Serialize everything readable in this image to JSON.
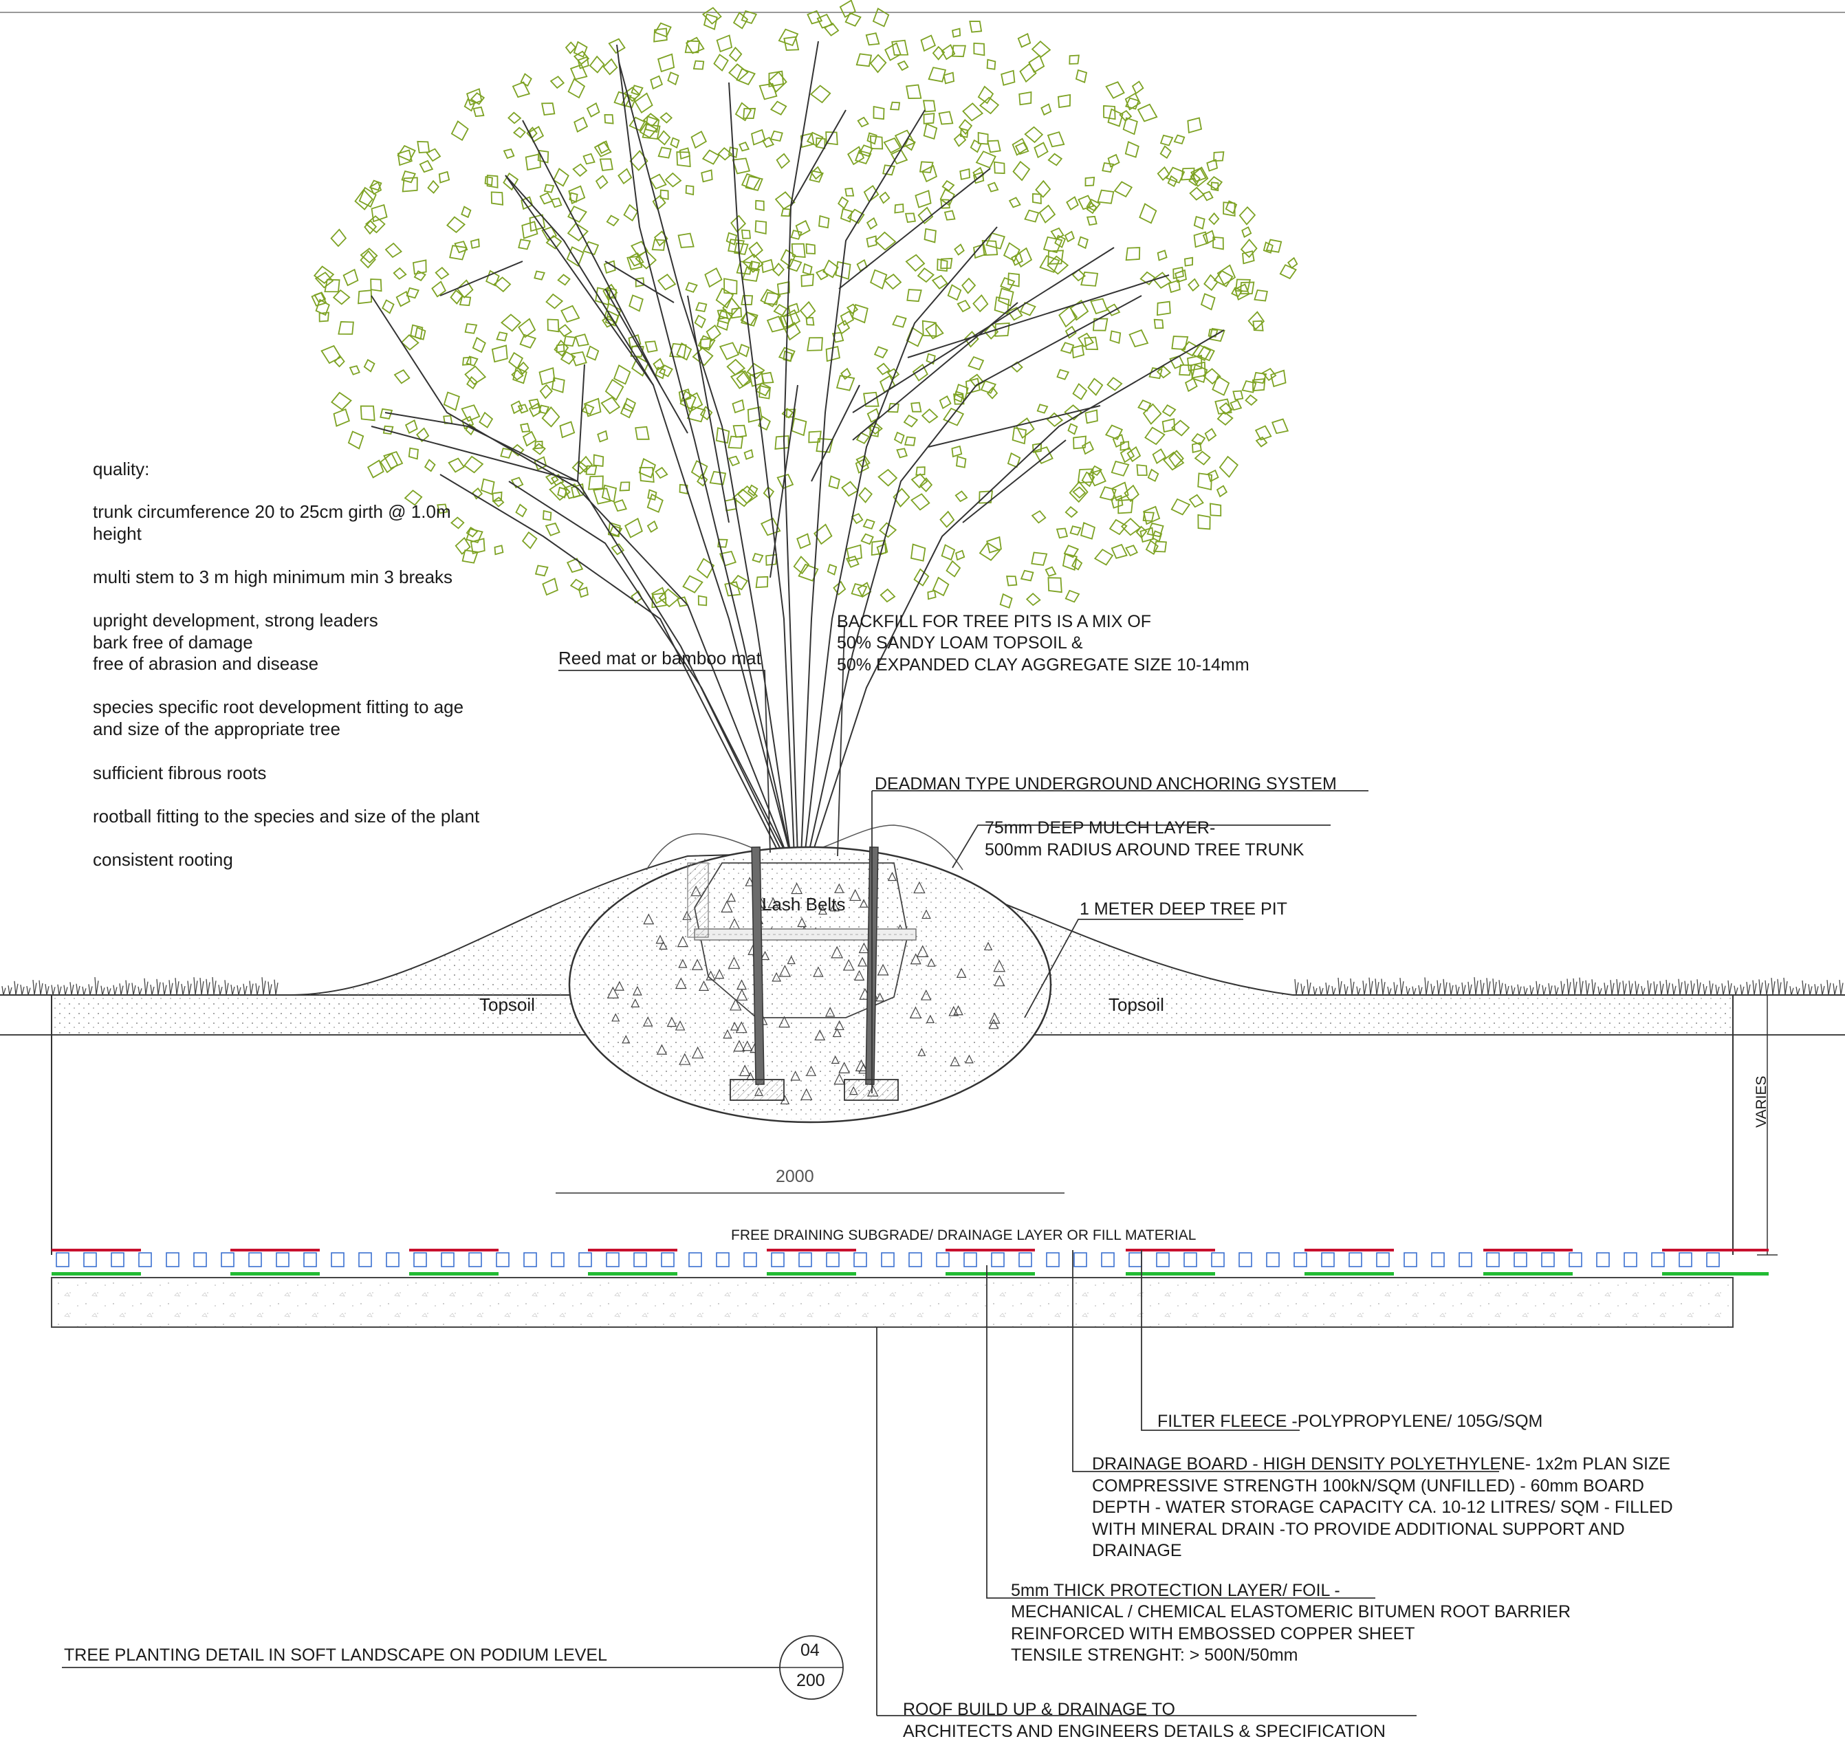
{
  "title": "TREE PLANTING DETAIL IN SOFT LANDSCAPE ON PODIUM LEVEL",
  "detail_ref": {
    "number": "04",
    "sheet": "200"
  },
  "quality_notes": {
    "heading": "quality:",
    "lines": [
      "trunk circumference 20 to 25cm girth @ 1.0m",
      "height",
      "multi stem to 3 m high minimum min 3 breaks",
      "upright development, strong leaders",
      "bark free of damage",
      "free of abrasion and disease",
      "species specific root development fitting to age",
      "and size of the appropriate tree",
      "sufficient fibrous roots",
      "rootball fitting to the species and size of the plant",
      "consistent rooting"
    ]
  },
  "labels": {
    "reed_mat": "Reed mat or bamboo mat",
    "backfill": [
      "BACKFILL FOR TREE PITS IS A MIX OF",
      "50%  SANDY LOAM TOPSOIL &",
      "50% EXPANDED CLAY AGGREGATE SIZE 10-14mm"
    ],
    "deadman": "DEADMAN TYPE UNDERGROUND ANCHORING SYSTEM",
    "mulch": [
      "75mm DEEP MULCH LAYER-",
      "500mm RADIUS AROUND TREE TRUNK"
    ],
    "tree_pit": "1 METER DEEP TREE PIT",
    "lash_belts": "Lash Belts",
    "topsoil_left": "Topsoil",
    "topsoil_right": "Topsoil",
    "varies": "VARIES",
    "dimension": "2000",
    "drainage_layer": "FREE DRAINING SUBGRADE/ DRAINAGE LAYER OR FILL MATERIAL",
    "filter_fleece": "FILTER FLEECE -POLYPROPYLENE/ 105G/SQM",
    "drainage_board": [
      "DRAINAGE BOARD - HIGH DENSITY POLYETHYLENE- 1x2m PLAN SIZE",
      "COMPRESSIVE STRENGTH 100kN/SQM (UNFILLED) - 60mm BOARD",
      "DEPTH -  WATER STORAGE CAPACITY CA. 10-12 LITRES/ SQM - FILLED",
      "WITH MINERAL DRAIN -TO PROVIDE ADDITIONAL SUPPORT AND",
      "DRAINAGE"
    ],
    "protection_layer": [
      "5mm THICK PROTECTION LAYER/ FOIL -",
      "MECHANICAL / CHEMICAL ELASTOMERIC BITUMEN ROOT BARRIER",
      "REINFORCED WITH EMBOSSED COPPER SHEET",
      "TENSILE STRENGHT: > 500N/50mm"
    ],
    "roof_buildup": [
      "ROOF BUILD UP & DRAINAGE TO",
      "ARCHITECTS AND ENGINEERS DETAILS & SPECIFICATION"
    ]
  },
  "colors": {
    "foliage": "#7da223",
    "filter_fleece_line": "#c8102e",
    "protection_line": "#22bb33",
    "drainage_cells": "#3a6fd0",
    "stakes": "#6b6b6b",
    "line": "#333333"
  }
}
